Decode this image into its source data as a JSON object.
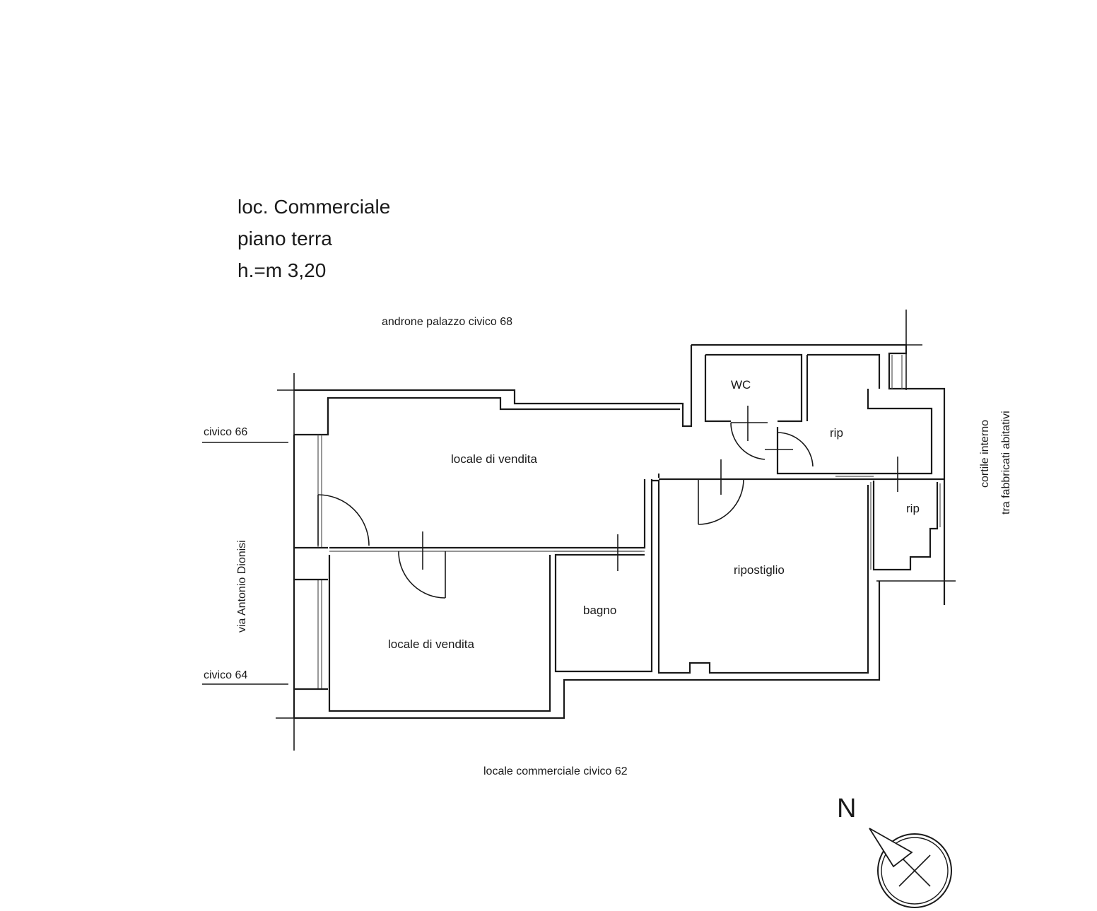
{
  "header": {
    "line1": "loc. Commerciale",
    "line2": "piano terra",
    "line3": "h.=m 3,20"
  },
  "surroundings": {
    "top": "androne palazzo civico 68",
    "bottom": "locale commerciale civico 62",
    "left_street": "via Antonio Dionisi",
    "left_civic_upper": "civico 66",
    "left_civic_lower": "civico 64",
    "right_line1": "cortile interno",
    "right_line2": "tra fabbricati abitativi"
  },
  "rooms": {
    "sales_upper": "locale di vendita",
    "sales_lower": "locale di vendita",
    "wc": "WC",
    "rip_upper": "rip",
    "rip_lower": "rip",
    "ripostiglio": "ripostiglio",
    "bagno": "bagno"
  },
  "compass": {
    "north": "N"
  }
}
